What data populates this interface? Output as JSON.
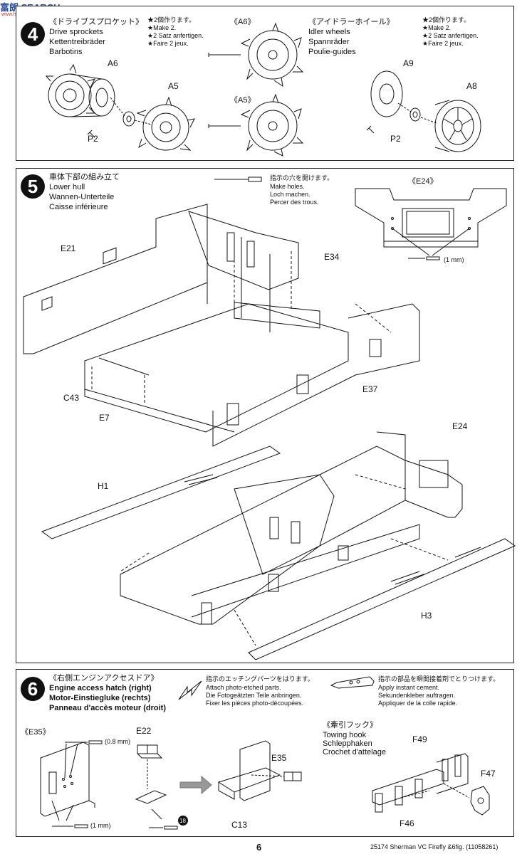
{
  "watermark": {
    "brand": "富朗 SEARCH",
    "sub": "www.hobbysearch.com"
  },
  "step4": {
    "number": "4",
    "left": {
      "jp": "《ドライブスプロケット》",
      "en": "Drive sprockets",
      "de": "Kettentreibräder",
      "fr": "Barbotins",
      "make_jp": "★2個作ります。",
      "make_en": "★Make 2.",
      "make_de": "★2 Satz anfertigen.",
      "make_fr": "★Faire 2 jeux.",
      "parts": [
        "A6",
        "A5",
        "P2"
      ],
      "view_a6": "《A6》",
      "view_a5": "《A5》"
    },
    "right": {
      "jp": "《アイドラーホイール》",
      "en": "Idler wheels",
      "de": "Spannräder",
      "fr": "Poulie-guides",
      "make_jp": "★2個作ります。",
      "make_en": "★Make 2.",
      "make_de": "★2 Satz anfertigen.",
      "make_fr": "★Faire 2 jeux.",
      "parts": [
        "A9",
        "A8",
        "P2"
      ]
    }
  },
  "step5": {
    "number": "5",
    "jp": "車体下部の組み立て",
    "en": "Lower hull",
    "de": "Wannen-Unterteile",
    "fr": "Caisse inférieure",
    "holes_jp": "指示の穴を開けます。",
    "holes_en": "Make holes.",
    "holes_de": "Loch machen.",
    "holes_fr": "Percer des trous.",
    "view_e24": "《E24》",
    "drill_size": "(1 mm)",
    "parts_upper": [
      "E21",
      "E34",
      "C43",
      "E7",
      "E37"
    ],
    "parts_lower": [
      "E24",
      "H1",
      "H3"
    ]
  },
  "step6": {
    "number": "6",
    "jp": "《右側エンジンアクセスドア》",
    "en": "Engine access hatch (right)",
    "de": "Motor-Einstiegluke (rechts)",
    "fr": "Panneau d'accès moteur (droit)",
    "pe_jp": "指示のエッチングパーツをはります。",
    "pe_en": "Attach photo-etched parts.",
    "pe_de": "Die Fotogeätzten Teile anbringen.",
    "pe_fr": "Fixer les pièces photo-découpées.",
    "cement_jp": "指示の部品を瞬間接着剤でとりつけます。",
    "cement_en": "Apply instant cement.",
    "cement_de": "Sekundenkleber auftragen.",
    "cement_fr": "Appliquer de la colle rapide.",
    "view_e35": "《E35》",
    "drill_08": "(0.8 mm)",
    "drill_1": "(1 mm)",
    "tow_jp": "《牽引フック》",
    "tow_en": "Towing hook",
    "tow_de": "Schlepphaken",
    "tow_fr": "Crochet d'attelage",
    "pe_number": "18",
    "parts": [
      "E22",
      "E35",
      "C13",
      "F49",
      "F47",
      "F46"
    ]
  },
  "footer": {
    "page": "6",
    "info": "25174  Sherman VC Firefly &6fig. (11058261)"
  }
}
